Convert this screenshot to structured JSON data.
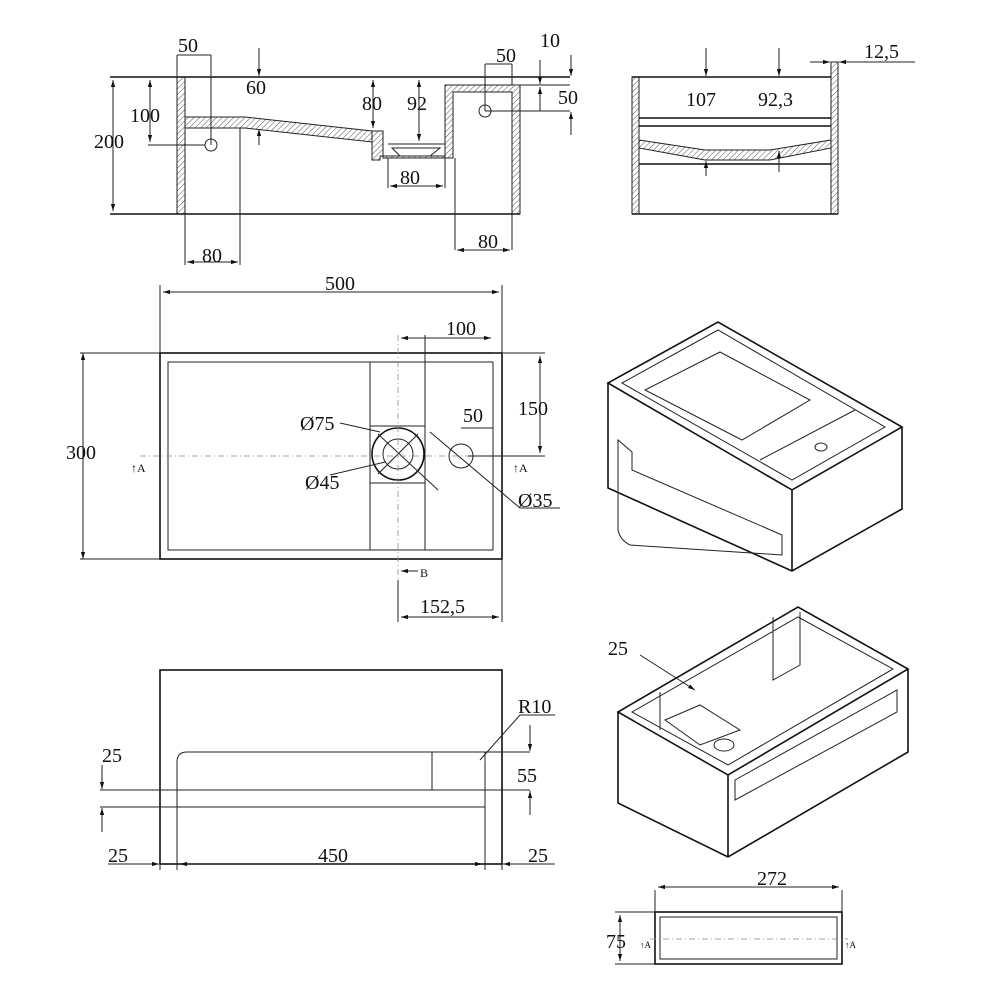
{
  "side_section": {
    "dims": [
      "50",
      "60",
      "100",
      "200",
      "80",
      "92",
      "80",
      "50",
      "10",
      "50",
      "80",
      "80"
    ]
  },
  "end_section": {
    "dims": [
      "107",
      "92,3",
      "12,5"
    ]
  },
  "plan_view": {
    "width": "500",
    "overflow_offset": "100",
    "tap_offset": "150",
    "depth": "300",
    "drain_outer": "Ø75",
    "drain_inner": "Ø45",
    "tap_spacing": "50",
    "tap_hole": "Ø35",
    "section_a_left": "↑A",
    "section_a_right": "↑A",
    "section_b": "B",
    "drain_position": "152,5"
  },
  "front_view": {
    "radius": "R10",
    "top_wall": "25",
    "opening_height": "55",
    "left_wall": "25",
    "opening_width": "450",
    "right_wall": "25"
  },
  "iso_view": {
    "wall_thickness": "25"
  },
  "detail_view": {
    "width": "272",
    "height": "75",
    "section_left": "↑A",
    "section_right": "↑A"
  }
}
